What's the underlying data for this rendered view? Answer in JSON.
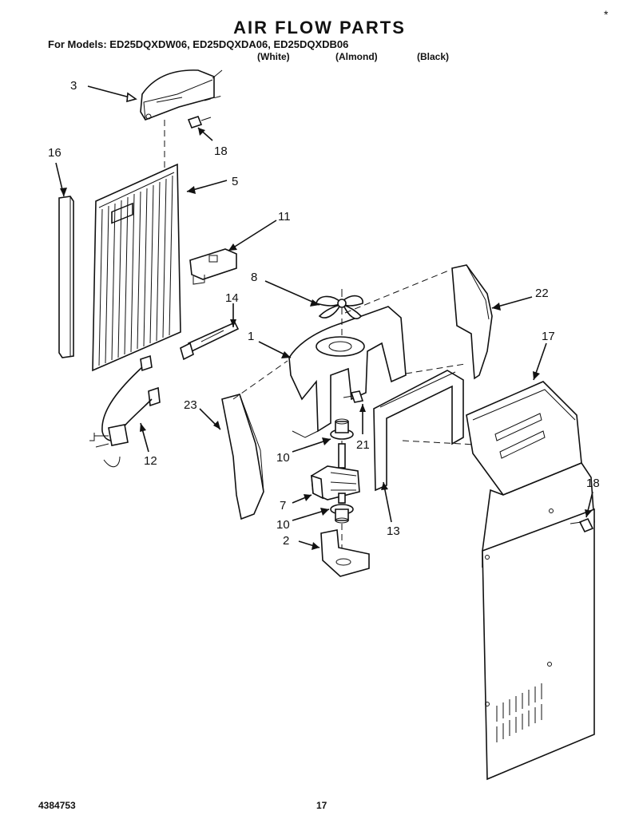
{
  "header": {
    "title": "AIR FLOW PARTS",
    "models_line": "For Models: ED25DQXDW06, ED25DQXDA06, ED25DQXDB06",
    "variants": [
      "(White)",
      "(Almond)",
      "(Black)"
    ],
    "corner_mark": "*"
  },
  "callouts": {
    "c1": "1",
    "c2": "2",
    "c3": "3",
    "c5": "5",
    "c7": "7",
    "c8": "8",
    "c10a": "10",
    "c10b": "10",
    "c11": "11",
    "c12": "12",
    "c13": "13",
    "c14": "14",
    "c16": "16",
    "c17": "17",
    "c18a": "18",
    "c18b": "18",
    "c21": "21",
    "c22": "22",
    "c23": "23"
  },
  "footer": {
    "doc_number": "4384753",
    "page_number": "17"
  }
}
